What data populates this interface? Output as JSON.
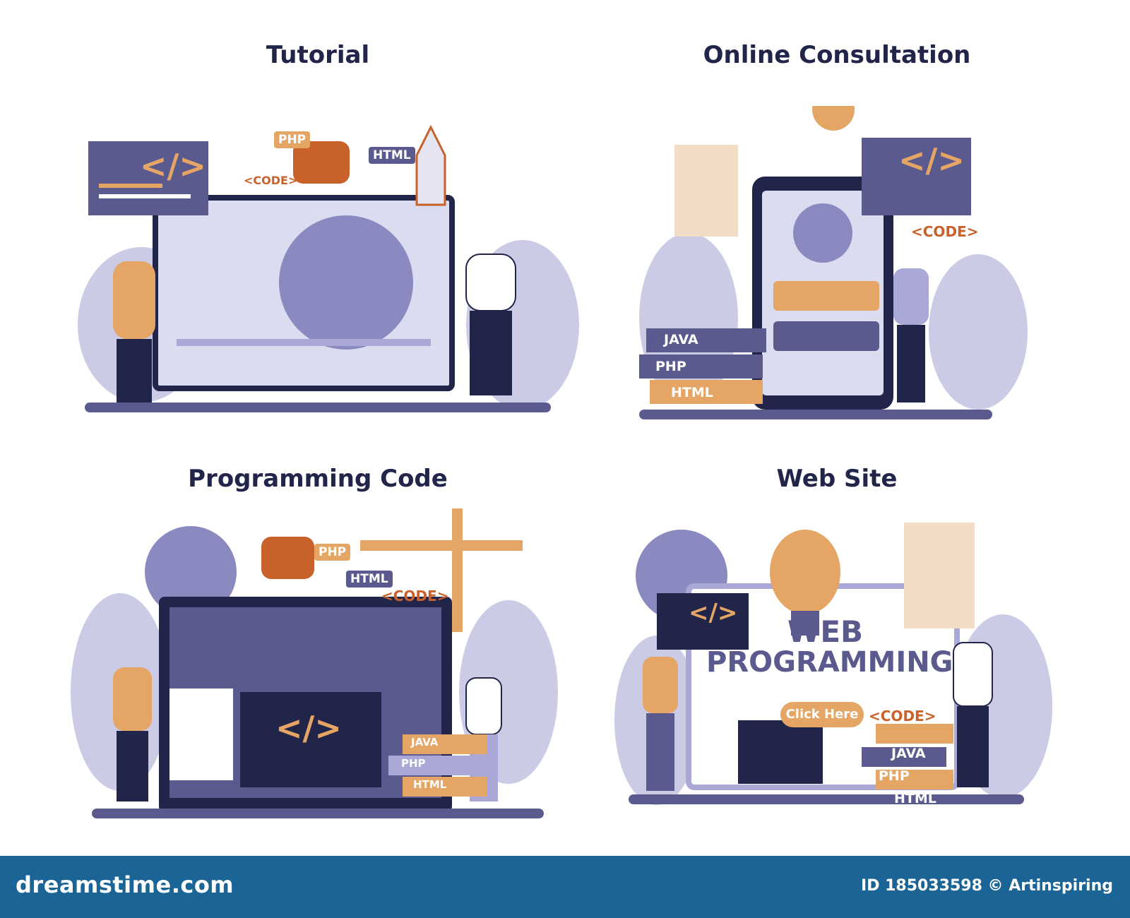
{
  "panels": [
    {
      "title": "Tutorial"
    },
    {
      "title": "Online Consultation"
    },
    {
      "title": "Programming Code"
    },
    {
      "title": "Web Site"
    }
  ],
  "tags": {
    "php": "PHP",
    "html": "HTML",
    "java": "JAVA",
    "code": "<CODE>",
    "code_glyph": "</>"
  },
  "website": {
    "line1": "WEB",
    "line2": "PROGRAMMING",
    "button": "Click Here"
  },
  "footer": {
    "brand": "dreamstime.com",
    "id_text": "ID 185033598 © Artinspiring"
  },
  "colors": {
    "navy": "#22254a",
    "purple": "#5b5a8f",
    "lavender": "#a9a8d6",
    "orange": "#e4a565",
    "footer_blue": "#1a6496"
  }
}
